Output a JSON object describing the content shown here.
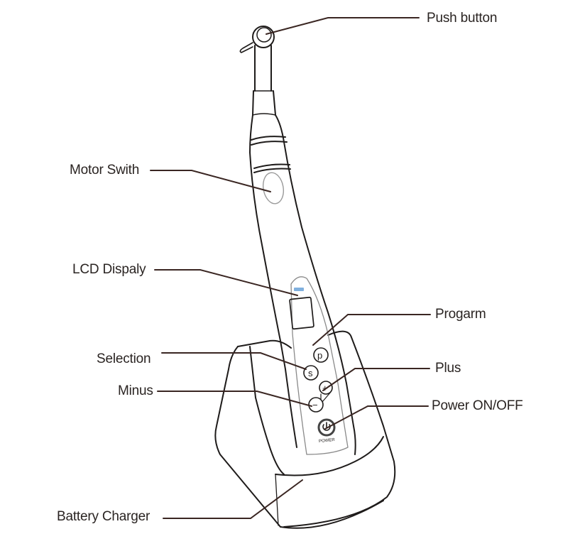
{
  "diagram": {
    "subject": "Cordless endodontic motor handpiece with charging base",
    "colors": {
      "outline": "#1e1b1a",
      "leader_line": "#3a2622",
      "label_text": "#2a2422",
      "logo_blue": "#4a8fd0"
    },
    "device_markings": {
      "button_p": "p",
      "button_s": "s",
      "button_plus": "+",
      "button_minus": "−",
      "power_text": "POWER",
      "power_icon": "power-symbol-icon"
    },
    "labels": [
      {
        "id": "push-button",
        "text": "Push button",
        "side": "right"
      },
      {
        "id": "motor-switch",
        "text": "Motor Swith",
        "side": "left"
      },
      {
        "id": "lcd-display",
        "text": "LCD Dispaly",
        "side": "left"
      },
      {
        "id": "program",
        "text": "Progarm",
        "side": "right"
      },
      {
        "id": "selection",
        "text": "Selection",
        "side": "left"
      },
      {
        "id": "plus",
        "text": "Plus",
        "side": "right"
      },
      {
        "id": "minus",
        "text": "Minus",
        "side": "left"
      },
      {
        "id": "power",
        "text": "Power ON/OFF",
        "side": "right"
      },
      {
        "id": "battery-charger",
        "text": "Battery Charger",
        "side": "left"
      }
    ]
  }
}
